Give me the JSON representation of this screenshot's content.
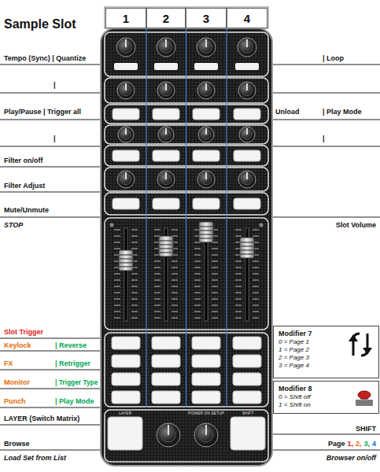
{
  "diagram": {
    "title": "Sample Slot",
    "nodes": [
      {
        "text": [
          "1"
        ]
      },
      {
        "text": [
          "2"
        ]
      },
      {
        "text": [
          "3"
        ]
      },
      {
        "text": [
          "4"
        ]
      },
      {
        "text": [
          "Modifier 7",
          "0 = Page 1",
          "1 = Page 2",
          "2 = Page 3",
          "3 = Page 4"
        ]
      },
      {
        "text": [
          "Modifier 8",
          "0 = Shift off",
          "1 = Shift on"
        ]
      }
    ],
    "labels": [
      "Tempo (Sync) | Quantize",
      "| Loop",
      "|",
      "Play/Pause | Trigger all",
      "Unload",
      "| Play Mode",
      "|",
      "|",
      "Filter on/off",
      "Filter Adjust",
      "Mute/Unmute",
      "STOP",
      "Slot Volume",
      "Slot Trigger",
      "Keylock",
      "| Reverse",
      "FX",
      "| Retrigger",
      "Monitor",
      "| Trigger Type",
      "Punch",
      "| Play Mode",
      "LAYER",
      "POWER ON SETUP",
      "SHIFT",
      "LAYER (Switch Matrix)",
      "SHIFT",
      "Browse",
      "Page",
      "1,",
      "2,",
      "3,",
      "4",
      "Load Set from List",
      "Browser on/off"
    ]
  }
}
